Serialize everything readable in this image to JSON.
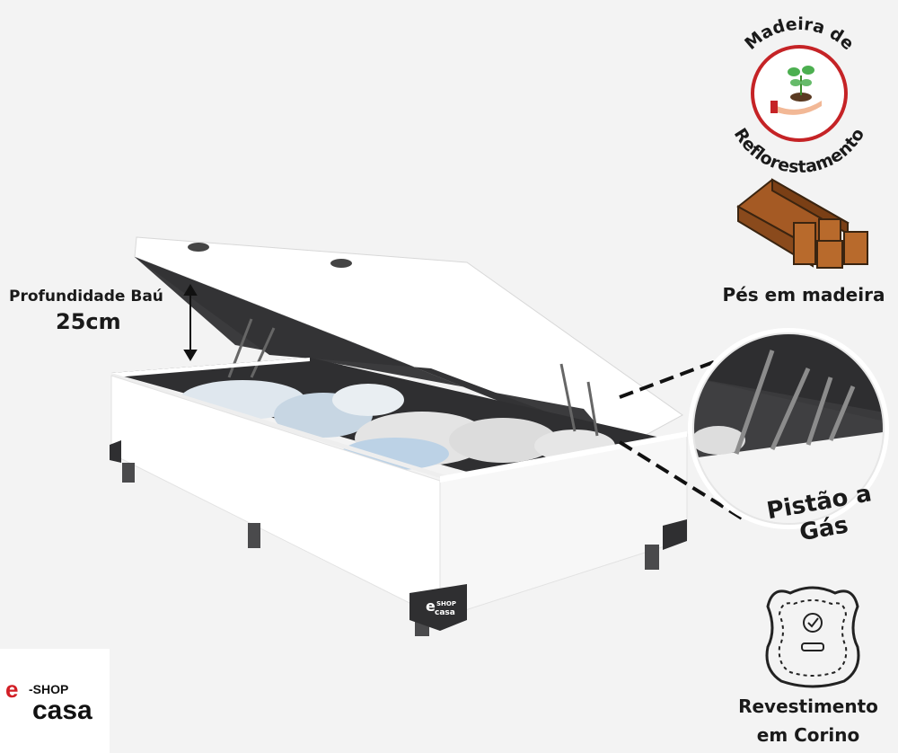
{
  "colors": {
    "background": "#f3f3f3",
    "bed_white": "#ffffff",
    "lid_interior": "#3b3b3d",
    "legs": "#4a4a4c",
    "badge_red": "#d21f26",
    "wood": "#8a4a1c",
    "text": "#1a1a1a"
  },
  "icons": [
    "seedling-hand-icon",
    "wood-logs-icon",
    "leather-hide-icon",
    "home-roof-icon"
  ],
  "badges": {
    "reforestation_line1": "Madeira de",
    "reforestation_line2": "Reflorestamento"
  },
  "features": {
    "feet": "Pés em madeira",
    "gas_piston": "Pistão a Gás",
    "leather_line1": "Revestimento",
    "leather_line2": "em Corino"
  },
  "depth": {
    "label": "Profundidade Baú",
    "value": "25cm"
  },
  "logo": {
    "e": "e",
    "shop": "-SHOP",
    "casa": "casa"
  },
  "corner_tag": {
    "e": "e",
    "shop": "SHOP",
    "casa": "casa"
  }
}
